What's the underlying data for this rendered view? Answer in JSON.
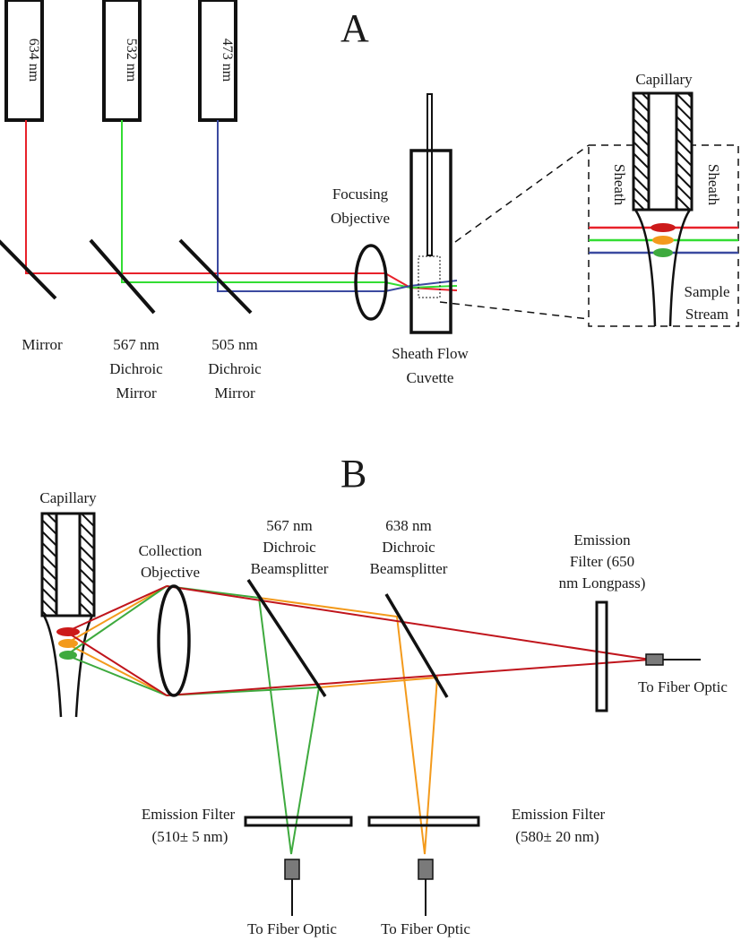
{
  "colors": {
    "red": "#e8212a",
    "green": "#33dd33",
    "blue": "#3b4aa0",
    "dark_red": "#c0151c",
    "orange": "#f39a1c",
    "emission_green": "#3eaa3e",
    "black": "#111111",
    "connector_gray": "#7a7a7a"
  },
  "panel_a": {
    "letter": "A",
    "lasers": [
      {
        "wavelength": "634 nm",
        "color": "red"
      },
      {
        "wavelength": "532 nm",
        "color": "green"
      },
      {
        "wavelength": "473 nm",
        "color": "blue"
      }
    ],
    "mirror_label": "Mirror",
    "dichroic_567": [
      "567 nm",
      "Dichroic",
      "Mirror"
    ],
    "dichroic_505": [
      "505 nm",
      "Dichroic",
      "Mirror"
    ],
    "focusing_objective": [
      "Focusing",
      "Objective"
    ],
    "cuvette": [
      "Sheath Flow",
      "Cuvette"
    ],
    "inset": {
      "capillary": "Capillary",
      "sheath_left": "Sheath",
      "sheath_right": "Sheath",
      "sample_stream": [
        "Sample",
        "Stream"
      ]
    }
  },
  "panel_b": {
    "letter": "B",
    "capillary": "Capillary",
    "collection_objective": [
      "Collection",
      "Objective"
    ],
    "beamsplitter_567": [
      "567 nm",
      "Dichroic",
      "Beamsplitter"
    ],
    "beamsplitter_638": [
      "638 nm",
      "Dichroic",
      "Beamsplitter"
    ],
    "emission_filter_650": [
      "Emission",
      "Filter (650",
      "nm Longpass)"
    ],
    "fiber_right": "To Fiber Optic",
    "filter_510": [
      "Emission Filter",
      "(510± 5 nm)"
    ],
    "filter_580": [
      "Emission Filter",
      "(580± 20 nm)"
    ],
    "fiber_left": "To Fiber Optic",
    "fiber_middle": "To Fiber Optic"
  }
}
